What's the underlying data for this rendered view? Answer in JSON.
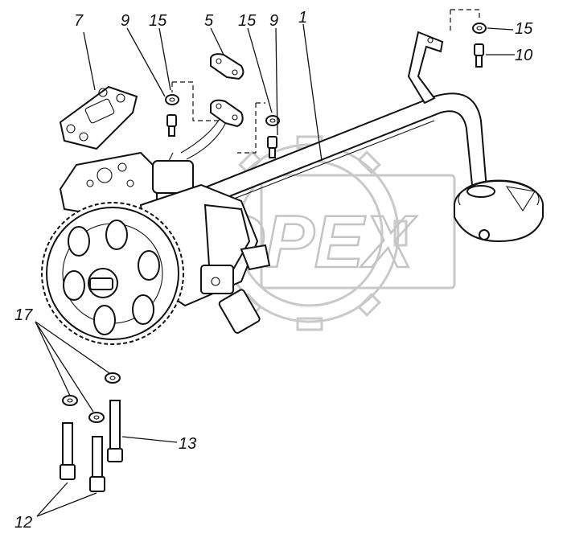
{
  "watermark": {
    "text": "ОРЕХ"
  },
  "callouts": {
    "c1": "1",
    "c5": "5",
    "c7": "7",
    "c9a": "9",
    "c9b": "9",
    "c10": "10",
    "c12": "12",
    "c13": "13",
    "c15a": "15",
    "c15b": "15",
    "c15c": "15",
    "c17": "17"
  }
}
